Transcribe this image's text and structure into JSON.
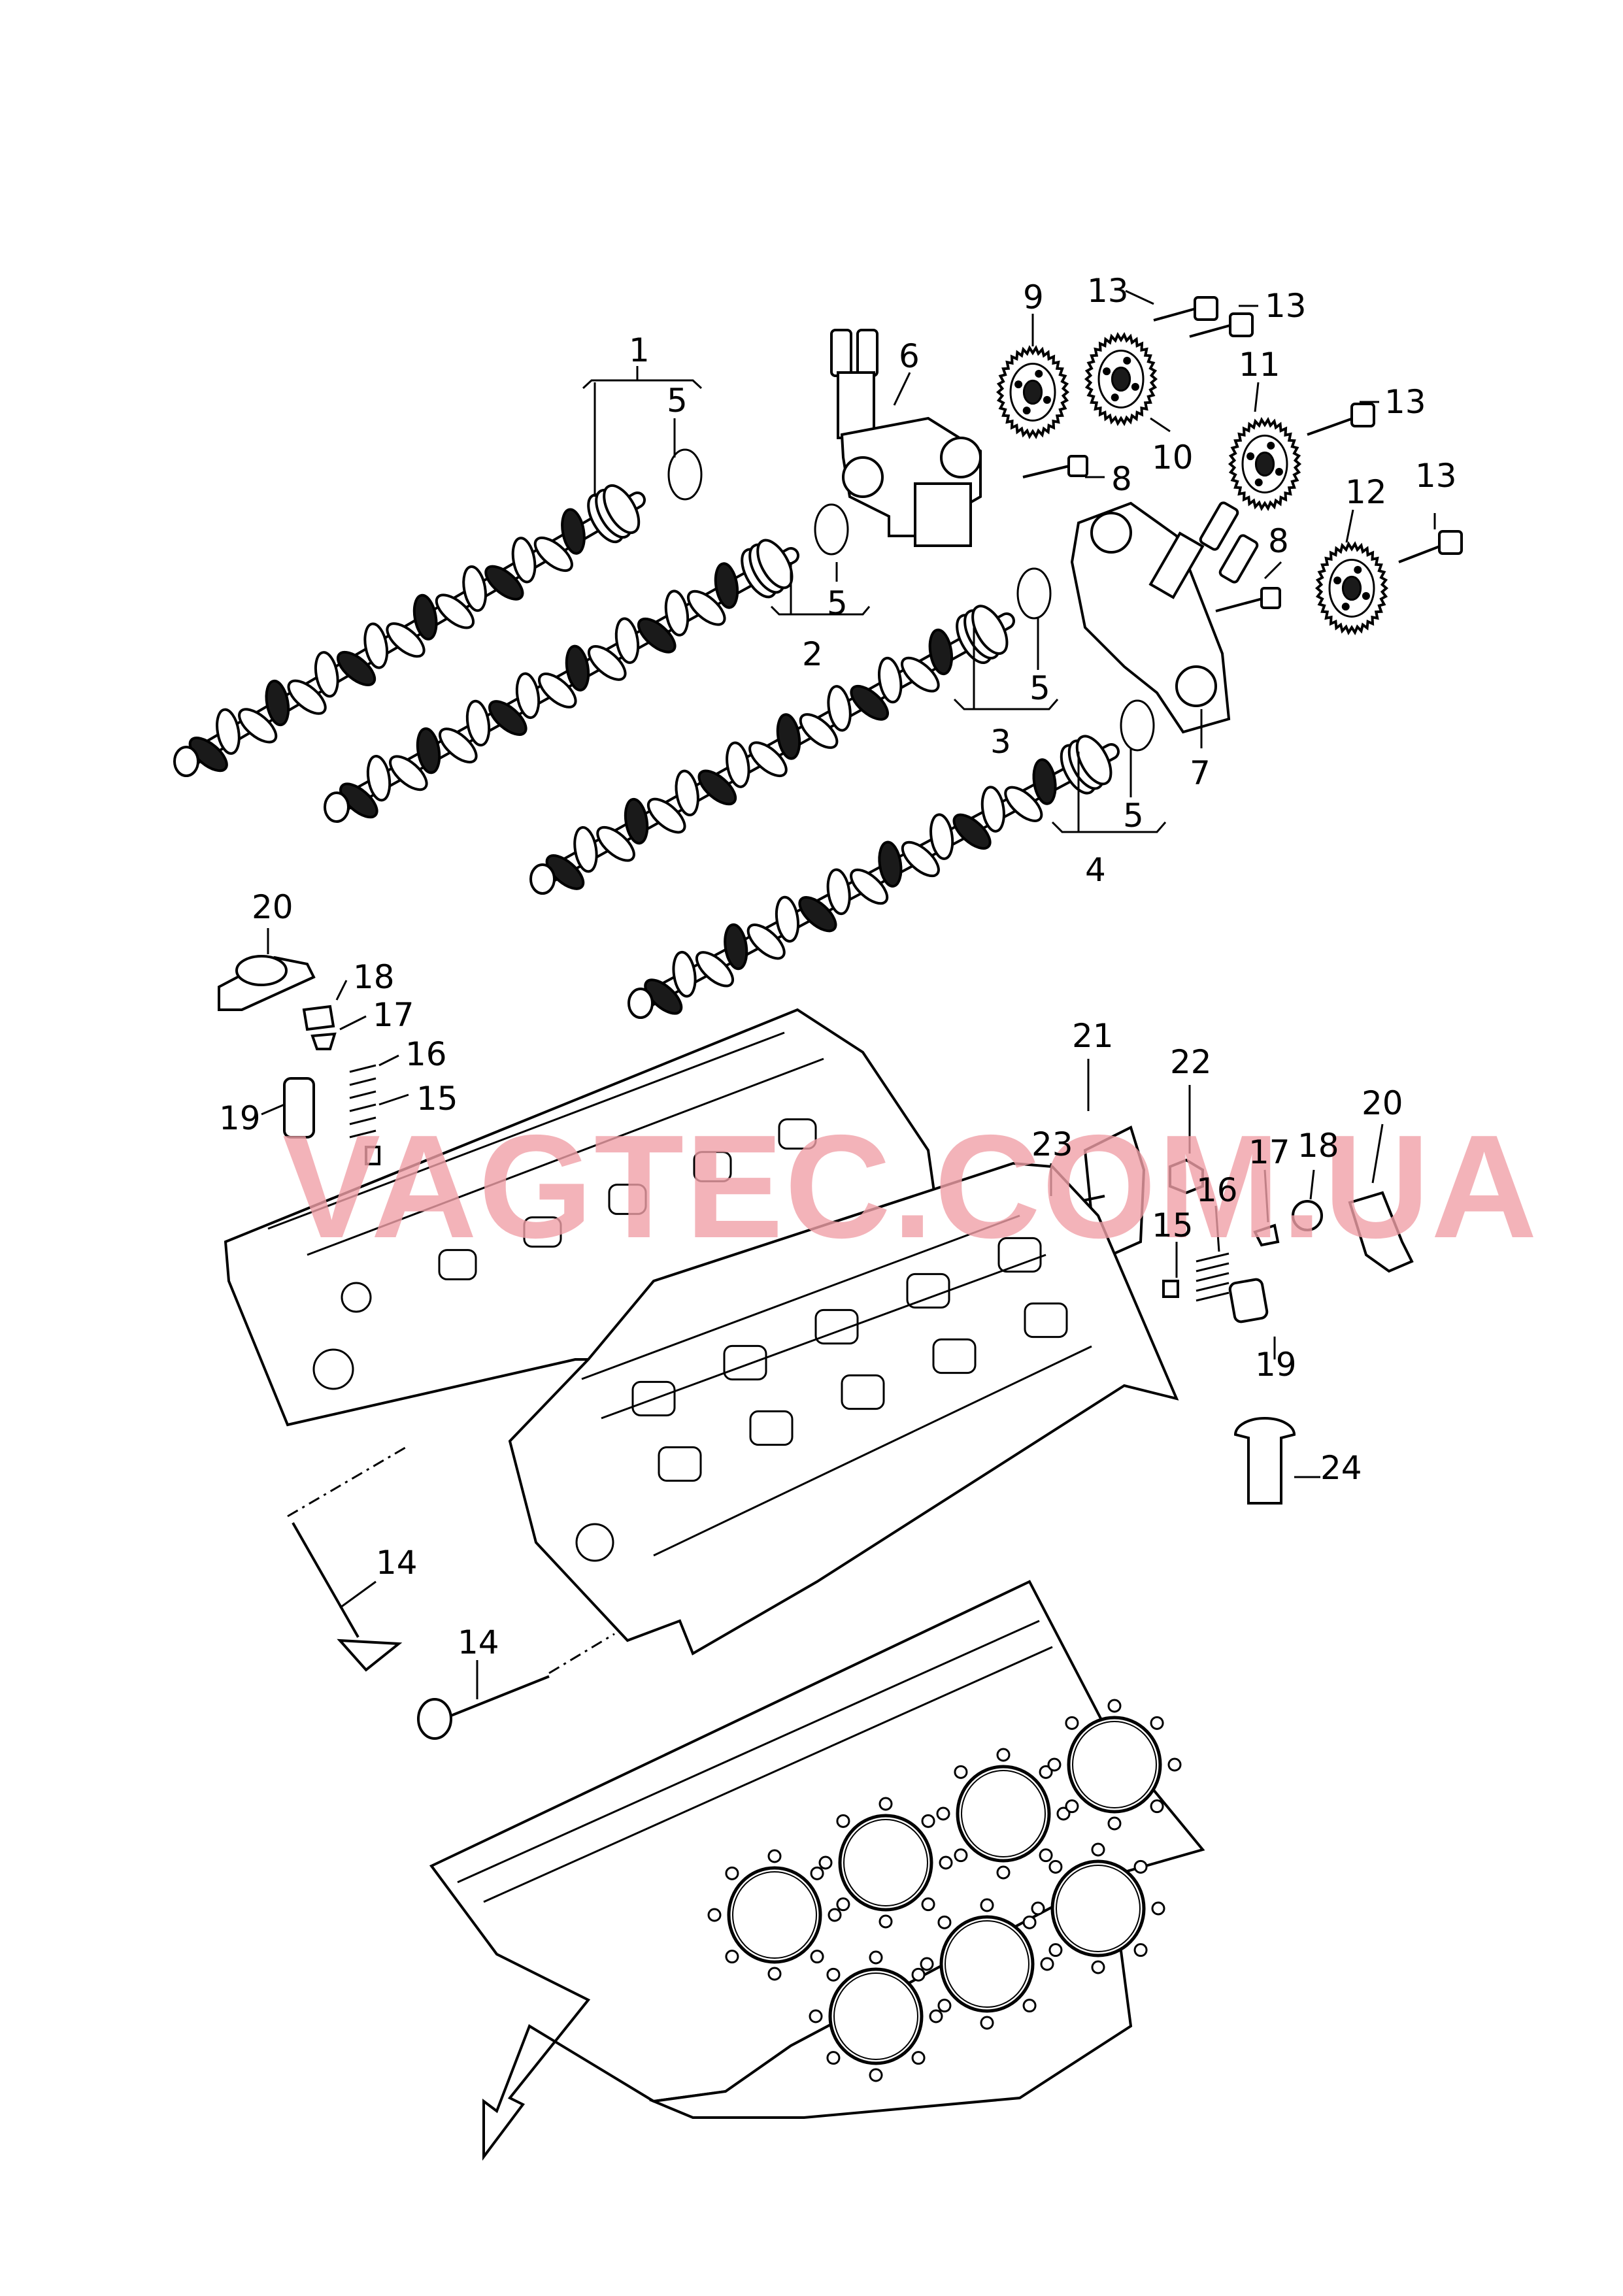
{
  "watermark": "VAGTEC.COM.UA",
  "callouts": [
    {
      "id": "c1",
      "text": "1"
    },
    {
      "id": "c2",
      "text": "2"
    },
    {
      "id": "c3",
      "text": "3"
    },
    {
      "id": "c4",
      "text": "4"
    },
    {
      "id": "c5a",
      "text": "5"
    },
    {
      "id": "c5b",
      "text": "5"
    },
    {
      "id": "c5c",
      "text": "5"
    },
    {
      "id": "c5d",
      "text": "5"
    },
    {
      "id": "c6",
      "text": "6"
    },
    {
      "id": "c7",
      "text": "7"
    },
    {
      "id": "c8a",
      "text": "8"
    },
    {
      "id": "c8b",
      "text": "8"
    },
    {
      "id": "c9",
      "text": "9"
    },
    {
      "id": "c10",
      "text": "10"
    },
    {
      "id": "c11",
      "text": "11"
    },
    {
      "id": "c12",
      "text": "12"
    },
    {
      "id": "c13a",
      "text": "13"
    },
    {
      "id": "c13b",
      "text": "13"
    },
    {
      "id": "c13c",
      "text": "13"
    },
    {
      "id": "c13d",
      "text": "13"
    },
    {
      "id": "c14a",
      "text": "14"
    },
    {
      "id": "c14b",
      "text": "14"
    },
    {
      "id": "c15a",
      "text": "15"
    },
    {
      "id": "c15b",
      "text": "15"
    },
    {
      "id": "c16a",
      "text": "16"
    },
    {
      "id": "c16b",
      "text": "16"
    },
    {
      "id": "c17a",
      "text": "17"
    },
    {
      "id": "c17b",
      "text": "17"
    },
    {
      "id": "c18a",
      "text": "18"
    },
    {
      "id": "c18b",
      "text": "18"
    },
    {
      "id": "c19a",
      "text": "19"
    },
    {
      "id": "c19b",
      "text": "19"
    },
    {
      "id": "c20a",
      "text": "20"
    },
    {
      "id": "c20b",
      "text": "20"
    },
    {
      "id": "c21",
      "text": "21"
    },
    {
      "id": "c22",
      "text": "22"
    },
    {
      "id": "c23",
      "text": "23"
    },
    {
      "id": "c24",
      "text": "24"
    }
  ]
}
